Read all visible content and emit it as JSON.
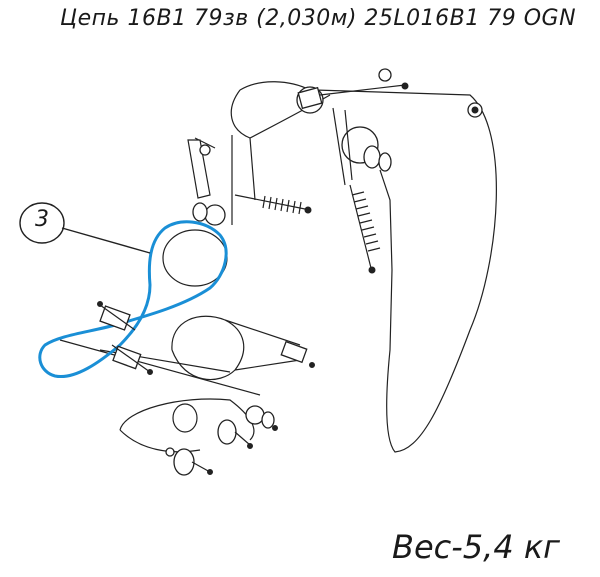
{
  "title": "Цепь 16B1 79зв (2,030м) 25L016B1 79 OGN",
  "callout": "3",
  "weight": "Вес-5,4 кг",
  "colors": {
    "highlight": "#1a8fd6",
    "line": "#222222"
  }
}
